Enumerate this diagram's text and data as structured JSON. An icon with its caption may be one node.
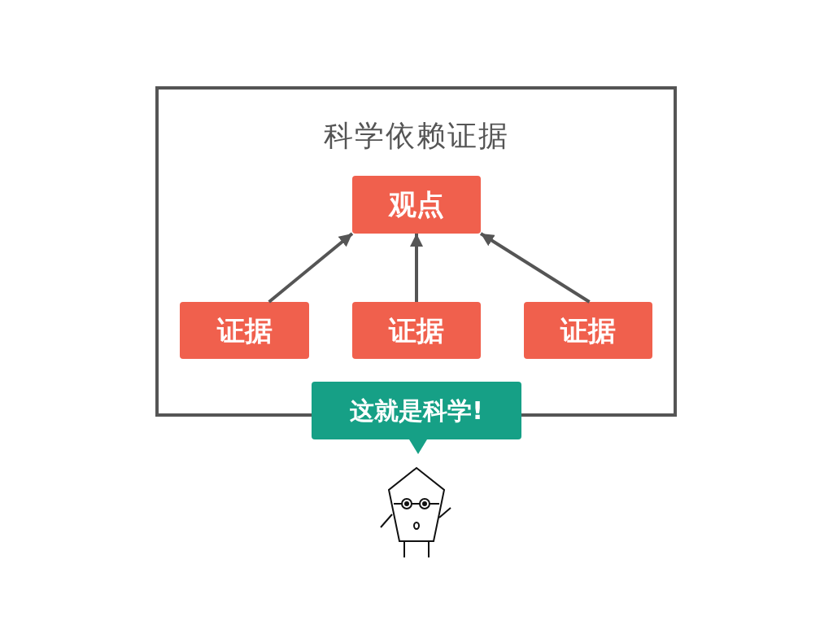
{
  "diagram": {
    "nodes": [
      {
        "text": [
          "科学依赖证据"
        ]
      },
      {
        "text": [
          "观点"
        ],
        "in": 0
      },
      {
        "text": [
          "证据"
        ],
        "in": 0
      },
      {
        "text": [
          "证据"
        ],
        "in": 0
      },
      {
        "text": [
          "证据"
        ],
        "in": 0
      },
      {
        "text": [
          "这就是科学!"
        ]
      }
    ],
    "edges": [
      {
        "from": 2,
        "to": 1,
        "arrow": "to"
      },
      {
        "from": 3,
        "to": 1,
        "arrow": "to"
      },
      {
        "from": 4,
        "to": 1,
        "arrow": "to"
      }
    ]
  }
}
